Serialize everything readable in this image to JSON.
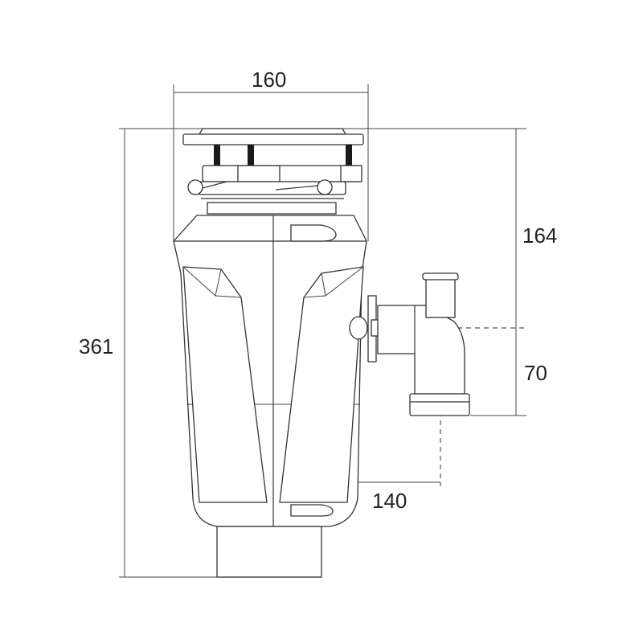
{
  "title": "Food waste disposer dimension drawing",
  "dimensions": {
    "width": "160",
    "height": "361",
    "outlet_height": "164",
    "outlet_offset": "70",
    "outlet_reach": "140"
  },
  "colors": {
    "line": "#333333",
    "bolt": "#1a1a1a"
  }
}
